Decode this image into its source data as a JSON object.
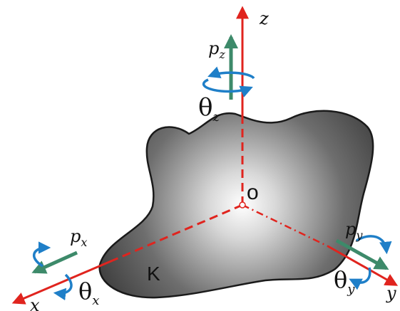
{
  "axes": {
    "x": {
      "label": "x"
    },
    "y": {
      "label": "y"
    },
    "z": {
      "label": "z"
    }
  },
  "origin_label": "o",
  "body_label": "K",
  "translations": {
    "x": {
      "symbol": "p",
      "subscript": "x"
    },
    "y": {
      "symbol": "p",
      "subscript": "y"
    },
    "z": {
      "symbol": "p",
      "subscript": "z"
    }
  },
  "rotations": {
    "x": {
      "symbol": "θ",
      "subscript": "x"
    },
    "y": {
      "symbol": "θ",
      "subscript": "y"
    },
    "z": {
      "symbol": "θ",
      "subscript": "z"
    }
  },
  "colors": {
    "axis": "#e0241e",
    "translation_arrow": "#3d8a6a",
    "rotation_arrow": "#1f7fc8",
    "outline": "#1a1a1a",
    "origin_fill": "#ffffff"
  }
}
